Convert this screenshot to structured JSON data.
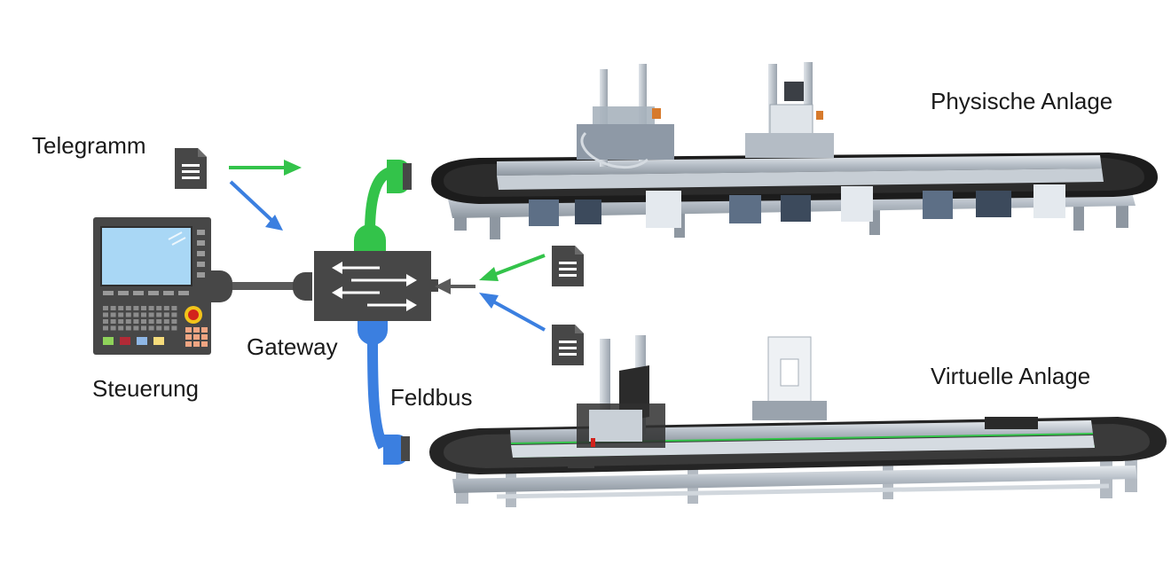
{
  "labels": {
    "telegram": "Telegramm",
    "controller": "Steuerung",
    "gateway": "Gateway",
    "fieldbus": "Feldbus",
    "physical_plant": "Physische Anlage",
    "virtual_plant": "Virtuelle Anlage"
  },
  "colors": {
    "green_path": "#33c34a",
    "blue_path": "#3b7fe0",
    "dark_device": "#474747",
    "cable": "#5a5a5a",
    "screen": "#a9d7f5",
    "frame_aluminium": "#b9c1c9",
    "belt": "#1c1c1c"
  },
  "icons": [
    "document-icon",
    "arrow-icon",
    "plug-icon",
    "emergency-stop-icon"
  ]
}
